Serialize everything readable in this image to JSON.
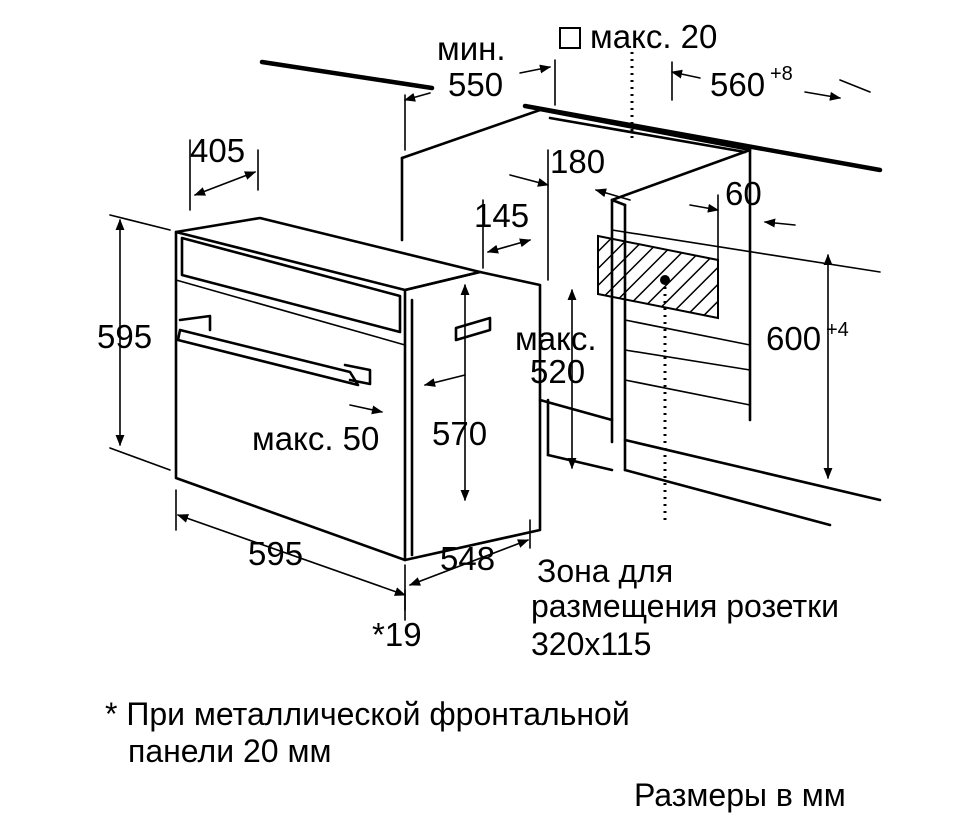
{
  "labels": {
    "min_label": "мин.",
    "min_value": "550",
    "max20_label": "макс. 20",
    "width_560": "560",
    "width_560_tol": "+8",
    "depth_405": "405",
    "d180": "180",
    "d145": "145",
    "d60": "60",
    "h595": "595",
    "max_label": "макс.",
    "max_520": "520",
    "h600": "600",
    "h600_tol": "+4",
    "max50": "макс. 50",
    "h570": "570",
    "w595": "595",
    "d548": "548",
    "d19": "*19",
    "socket_zone_line1": "Зона для",
    "socket_zone_line2": "размещения розетки",
    "socket_zone_line3": "320x115",
    "footnote_line1": "* При металлической фронтальной",
    "footnote_line2": "панели 20 мм",
    "units": "Размеры в мм"
  },
  "colors": {
    "line": "#000000",
    "background": "#ffffff"
  }
}
